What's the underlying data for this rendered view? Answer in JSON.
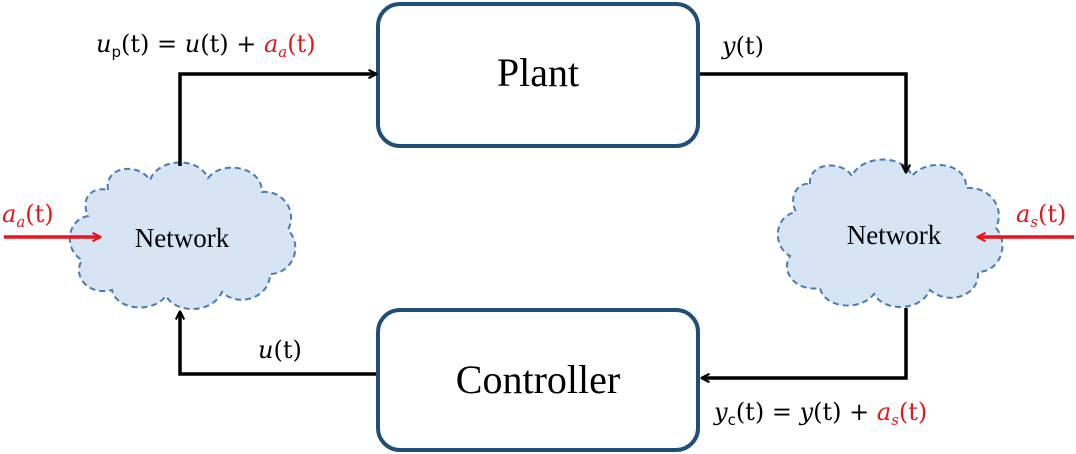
{
  "blocks": {
    "plant": "Plant",
    "controller": "Controller",
    "network_left": "Network",
    "network_right": "Network"
  },
  "signals": {
    "actuator_attack_input": "a_a(t)",
    "sensor_attack_input": "a_s(t)",
    "plant_output": "y(t)",
    "controller_output": "u(t)",
    "plant_input_eq": "u_p(t) = u(t) + a_a(t)",
    "controller_input_eq": "y_c(t) = y(t) + a_s(t)"
  },
  "colors": {
    "box_border": "#1f4e79",
    "cloud_fill": "#d6e4f4",
    "cloud_border": "#4a7ab0",
    "attack": "#e8141b",
    "wire": "#000000"
  }
}
